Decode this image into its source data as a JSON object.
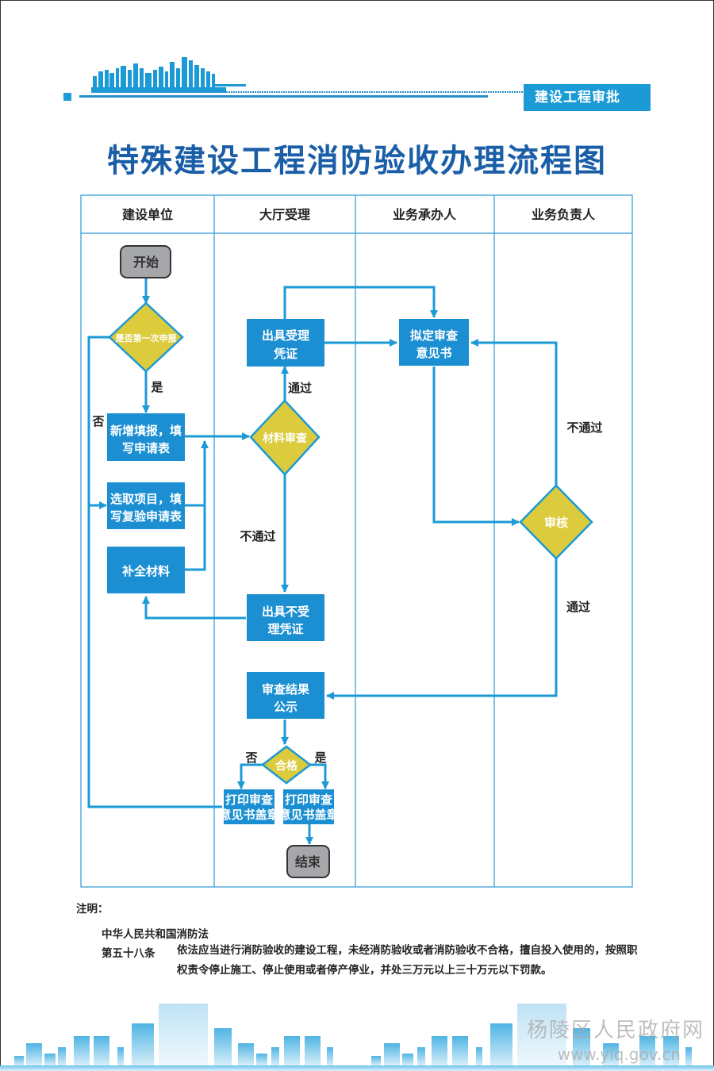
{
  "header": {
    "section_tag": "建设工程审批",
    "title": "特殊建设工程消防验收办理流程图"
  },
  "colors": {
    "accent": "#1b9ad6",
    "title": "#1a5ea8",
    "decision": "#dccb3c",
    "terminal": "#a5a7aa"
  },
  "flowchart": {
    "lanes": [
      "建设单位",
      "大厅受理",
      "业务承办人",
      "业务负责人"
    ],
    "nodes": {
      "start": "开始",
      "first_declare": "是否第一次申报",
      "new_fill": [
        "新增填报，填",
        "写申请表"
      ],
      "select_project": [
        "选取项目，填",
        "写复验申请表"
      ],
      "supplement": "补全材料",
      "issue_accept": [
        "出具受理",
        "凭证"
      ],
      "material_review": "材料审查",
      "issue_reject": [
        "出具不受",
        "理凭证"
      ],
      "draft_opinion": [
        "拟定审查",
        "意见书"
      ],
      "audit": "审核",
      "publish_result": [
        "审查结果",
        "公示"
      ],
      "qualified": "合格",
      "print_fail": [
        "打印审查",
        "意见书盖章"
      ],
      "print_pass": [
        "打印审查",
        "意见书盖章"
      ],
      "end": "结束"
    },
    "edge_labels": {
      "yes_first": "是",
      "no_first": "否",
      "pass_material": "通过",
      "fail_material": "不通过",
      "fail_audit": "不通过",
      "pass_audit": "通过",
      "no_qualified": "否",
      "yes_qualified": "是"
    }
  },
  "notes": {
    "title": "注明：",
    "law": "中华人民共和国消防法",
    "article_no": "第五十八条",
    "article_text": "依法应当进行消防验收的建设工程，未经消防验收或者消防验收不合格，擅自投入使用的，按照职权责令停止施工、停止使用或者停产停业，并处三万元以上三十万元以下罚款。"
  },
  "watermark": {
    "name": "杨陵区人民政府网",
    "url": "www.ylq.gov.cn"
  }
}
